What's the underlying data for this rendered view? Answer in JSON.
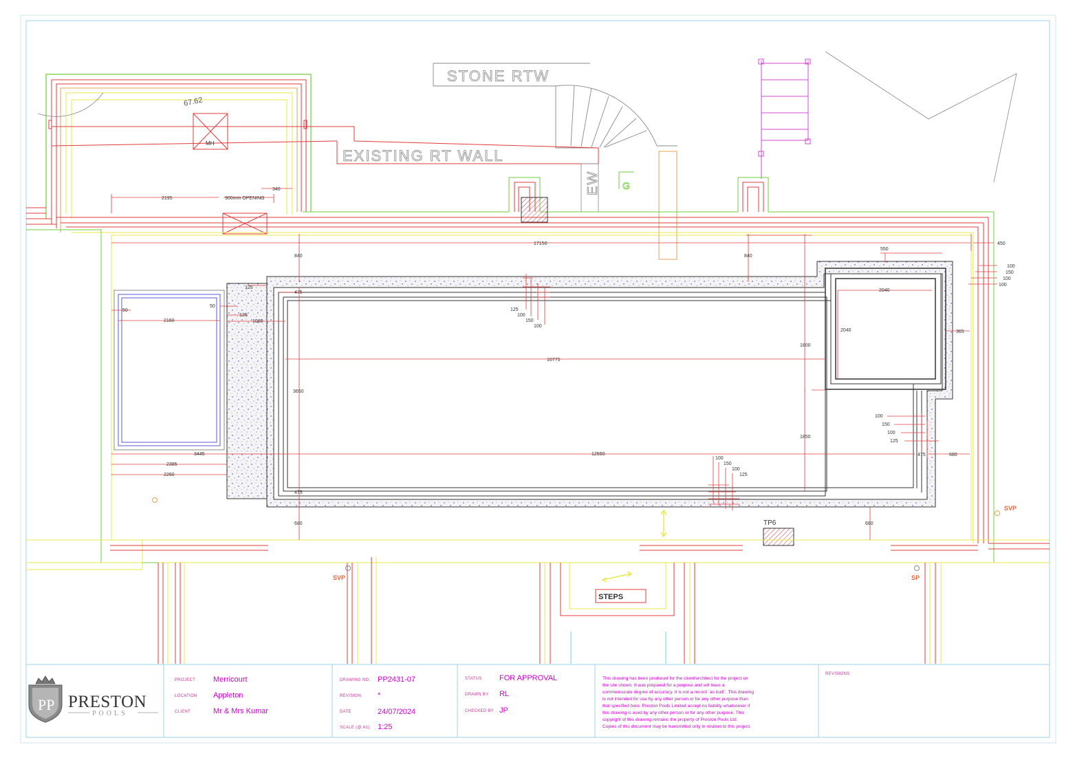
{
  "labels": {
    "stone_rtw": "STONE RTW",
    "existing_wall": "EXISTING RT WALL",
    "ew": "EW",
    "g": "G",
    "mh": "MH",
    "level": "67.62",
    "opening": "900mm OPENING",
    "steps": "STEPS",
    "tp6": "TP6",
    "svp_right": "SVP",
    "svp_bottom": "SVP",
    "sp": "SP"
  },
  "dims": {
    "d2195": "2195",
    "d340": "340",
    "d17150": "17150",
    "d450": "450",
    "d550": "550",
    "d840a": "840",
    "d840b": "840",
    "d100a": "100",
    "d150a": "150",
    "d100b": "100",
    "d100c": "100",
    "d125top": "125",
    "d475a": "475",
    "d50a": "50",
    "d50b": "50",
    "d2160": "2160",
    "d125b": "125",
    "d1060": "1060",
    "d125c": "125",
    "d100d": "100",
    "d150b": "150",
    "d100e": "100",
    "d2040a": "2040",
    "d2040b": "2040",
    "d365": "365",
    "d1800": "1800",
    "d10775": "10775",
    "d3650": "3650",
    "d100f": "100",
    "d150c": "150",
    "d100g": "100",
    "d125d": "125",
    "d1850": "1850",
    "d3445": "3445",
    "d12550": "12550",
    "d475b": "475",
    "d680a": "680",
    "d2385": "2385",
    "d2260": "2260",
    "d100h": "100",
    "d150d": "150",
    "d100i": "100",
    "d125e": "125",
    "d475c": "475",
    "d680b": "680",
    "d680c": "680"
  },
  "title_block": {
    "company": "PRESTON",
    "company_sub": "POOLS",
    "logo_monogram": "PP",
    "project_label": "PROJECT",
    "project": "Merricourt",
    "location_label": "LOCATION",
    "location": "Appleton",
    "client_label": "CLIENT",
    "client": "Mr & Mrs Kumar",
    "drawing_no_label": "DRAWING NO.",
    "drawing_no": "PP2431-07",
    "revision_label": "REVISION",
    "revision": "*",
    "date_label": "DATE",
    "date": "24/07/2024",
    "scale_label": "SCALE (@ A1)",
    "scale": "1:25",
    "status_label": "STATUS",
    "status": "FOR APPROVAL",
    "drawn_by_label": "DRAWN BY",
    "drawn_by": "RL",
    "checked_by_label": "CHECKED BY",
    "checked_by": "JP",
    "revisions_label": "REVISIONS",
    "disclaimer": [
      "This drawing has been produced for the client/architect for the project on",
      "the site shown. It was prepared for a purpose and will have a",
      "commensurate degree of accuracy. It is not a record `as built`. This drawing",
      "is not intended for use by any other person or for any other purpose than",
      "that specified here. Preston Pools Limited accept no liability whatsoever if",
      "this drawing is used by any other person or for any other purpose. This",
      "copyright of this drawing remains the property of Preston Pools Ltd.",
      "Copies of this document may be transmitted only in relation to this project."
    ]
  },
  "colors": {
    "red": "#e23b3b",
    "yellow": "#e8e84a",
    "green": "#6fcf3a",
    "orange": "#e8a050",
    "magenta": "#d04ad0",
    "blue": "#5a5ad0",
    "frame": "#9fd3e8",
    "dark": "#333333"
  }
}
